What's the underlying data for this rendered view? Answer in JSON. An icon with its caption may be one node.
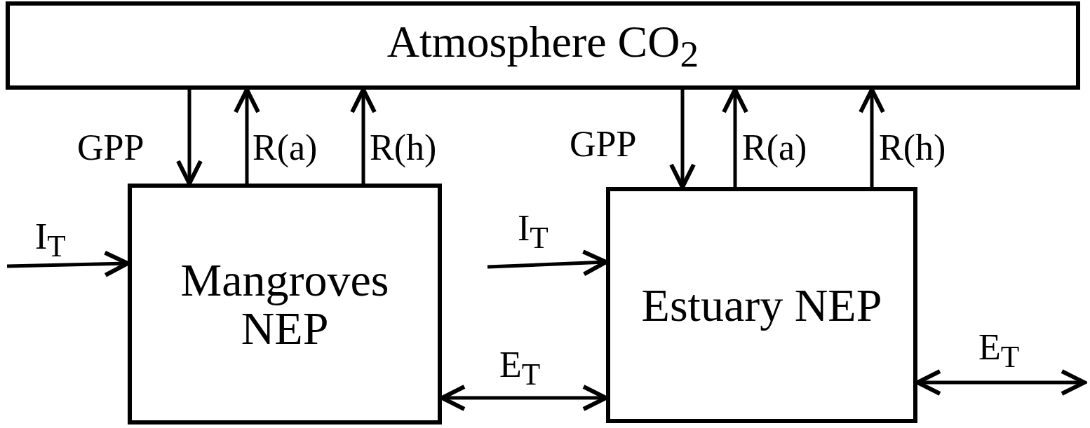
{
  "diagram": {
    "nodes": [
      {
        "text": [
          "Atmosphere CO$_{2}$"
        ]
      },
      {
        "text": [
          "Mangroves NEP"
        ]
      },
      {
        "text": [
          "Estuary NEP"
        ]
      }
    ],
    "edges": [
      {
        "from": 0,
        "to": 1,
        "arrow": "to",
        "label": "GPP"
      },
      {
        "from": 1,
        "to": 0,
        "arrow": "to",
        "label": "R(a)"
      },
      {
        "from": 1,
        "to": 0,
        "arrow": "to",
        "label": "R(h)"
      },
      {
        "from": 0,
        "to": 2,
        "arrow": "to",
        "label": "GPP"
      },
      {
        "from": 2,
        "to": 0,
        "arrow": "to",
        "label": "R(a)"
      },
      {
        "from": 2,
        "to": 0,
        "arrow": "to",
        "label": "R(h)"
      },
      {
        "from": null,
        "to": 1,
        "arrow": "to",
        "label": "I$_{T}$"
      },
      {
        "from": null,
        "to": 2,
        "arrow": "to",
        "label": "I$_{T}$"
      },
      {
        "from": 1,
        "to": 2,
        "arrow": "both",
        "label": "E$_{T}$"
      },
      {
        "from": 2,
        "to": null,
        "arrow": "both",
        "label": "E$_{T}$"
      }
    ]
  }
}
